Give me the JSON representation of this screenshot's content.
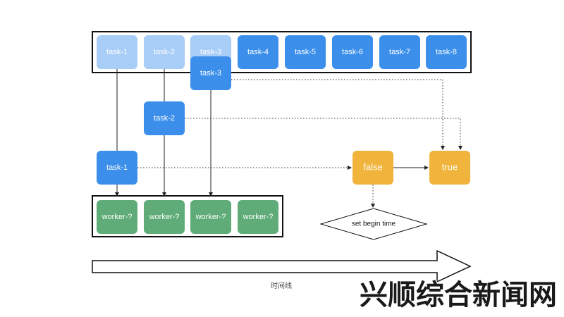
{
  "colors": {
    "task_light": "#a8cdf7",
    "task_dark": "#3b8fea",
    "worker": "#5fac78",
    "state": "#f0b43c"
  },
  "queue": {
    "tasks": [
      {
        "label": "task-1",
        "state": "dispatched"
      },
      {
        "label": "task-2",
        "state": "dispatched"
      },
      {
        "label": "task-3",
        "state": "dispatched"
      },
      {
        "label": "task-4",
        "state": "waiting"
      },
      {
        "label": "task-5",
        "state": "waiting"
      },
      {
        "label": "task-6",
        "state": "waiting"
      },
      {
        "label": "task-7",
        "state": "waiting"
      },
      {
        "label": "task-8",
        "state": "waiting"
      }
    ]
  },
  "dispatched": {
    "task_1": "task-1",
    "task_2": "task-2",
    "task_3": "task-3"
  },
  "workers": [
    "worker-?",
    "worker-?",
    "worker-?",
    "worker-?"
  ],
  "states": {
    "false_label": "false",
    "true_label": "true"
  },
  "decision": {
    "label": "set begin time"
  },
  "timeline": {
    "label": "时间线"
  },
  "watermark": {
    "text": "兴顺综合新闻网"
  }
}
